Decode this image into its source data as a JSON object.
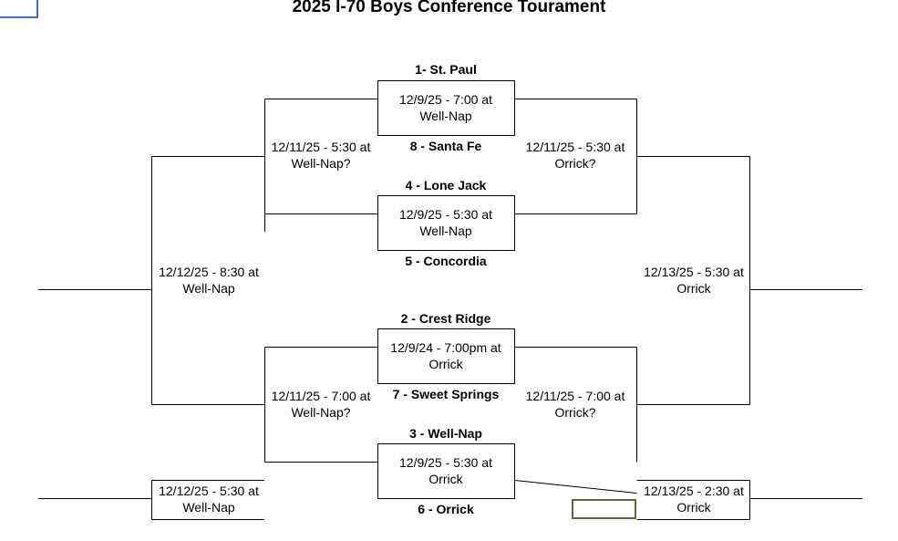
{
  "title": "2025 I-70 Boys Conference Tourament",
  "teams": {
    "seed1": "1- St. Paul",
    "seed8": "8 - Santa Fe",
    "seed4": "4 - Lone Jack",
    "seed5": "5 - Concordia",
    "seed2": "2 - Crest Ridge",
    "seed7": "7 - Sweet Springs",
    "seed3": "3 - Well-Nap",
    "seed6": "6 -  Orrick"
  },
  "games": {
    "g1": [
      "12/9/25 - 7:00 at",
      "Well-Nap"
    ],
    "g2": [
      "12/9/25 - 5:30 at",
      "Well-Nap"
    ],
    "g3": [
      "12/9/24 - 7:00pm at",
      "Orrick"
    ],
    "g4": [
      "12/9/25 - 5:30 at",
      "Orrick"
    ],
    "semi_top_left": [
      "12/11/25 - 5:30 at",
      "Well-Nap?"
    ],
    "semi_top_right": [
      "12/11/25 - 5:30 at",
      "Orrick?"
    ],
    "semi_bot_left": [
      "12/11/25 - 7:00 at",
      "Well-Nap?"
    ],
    "semi_bot_right": [
      "12/11/25 - 7:00 at",
      "Orrick?"
    ],
    "final_left": [
      "12/12/25 - 8:30 at",
      "Well-Nap"
    ],
    "final_right": [
      "12/13/25 - 5:30 at",
      "Orrick"
    ],
    "consol_left": [
      "12/12/25 - 5:30 at",
      "Well-Nap"
    ],
    "consol_right": [
      "12/13/25 - 2:30 at",
      "Orrick"
    ]
  }
}
